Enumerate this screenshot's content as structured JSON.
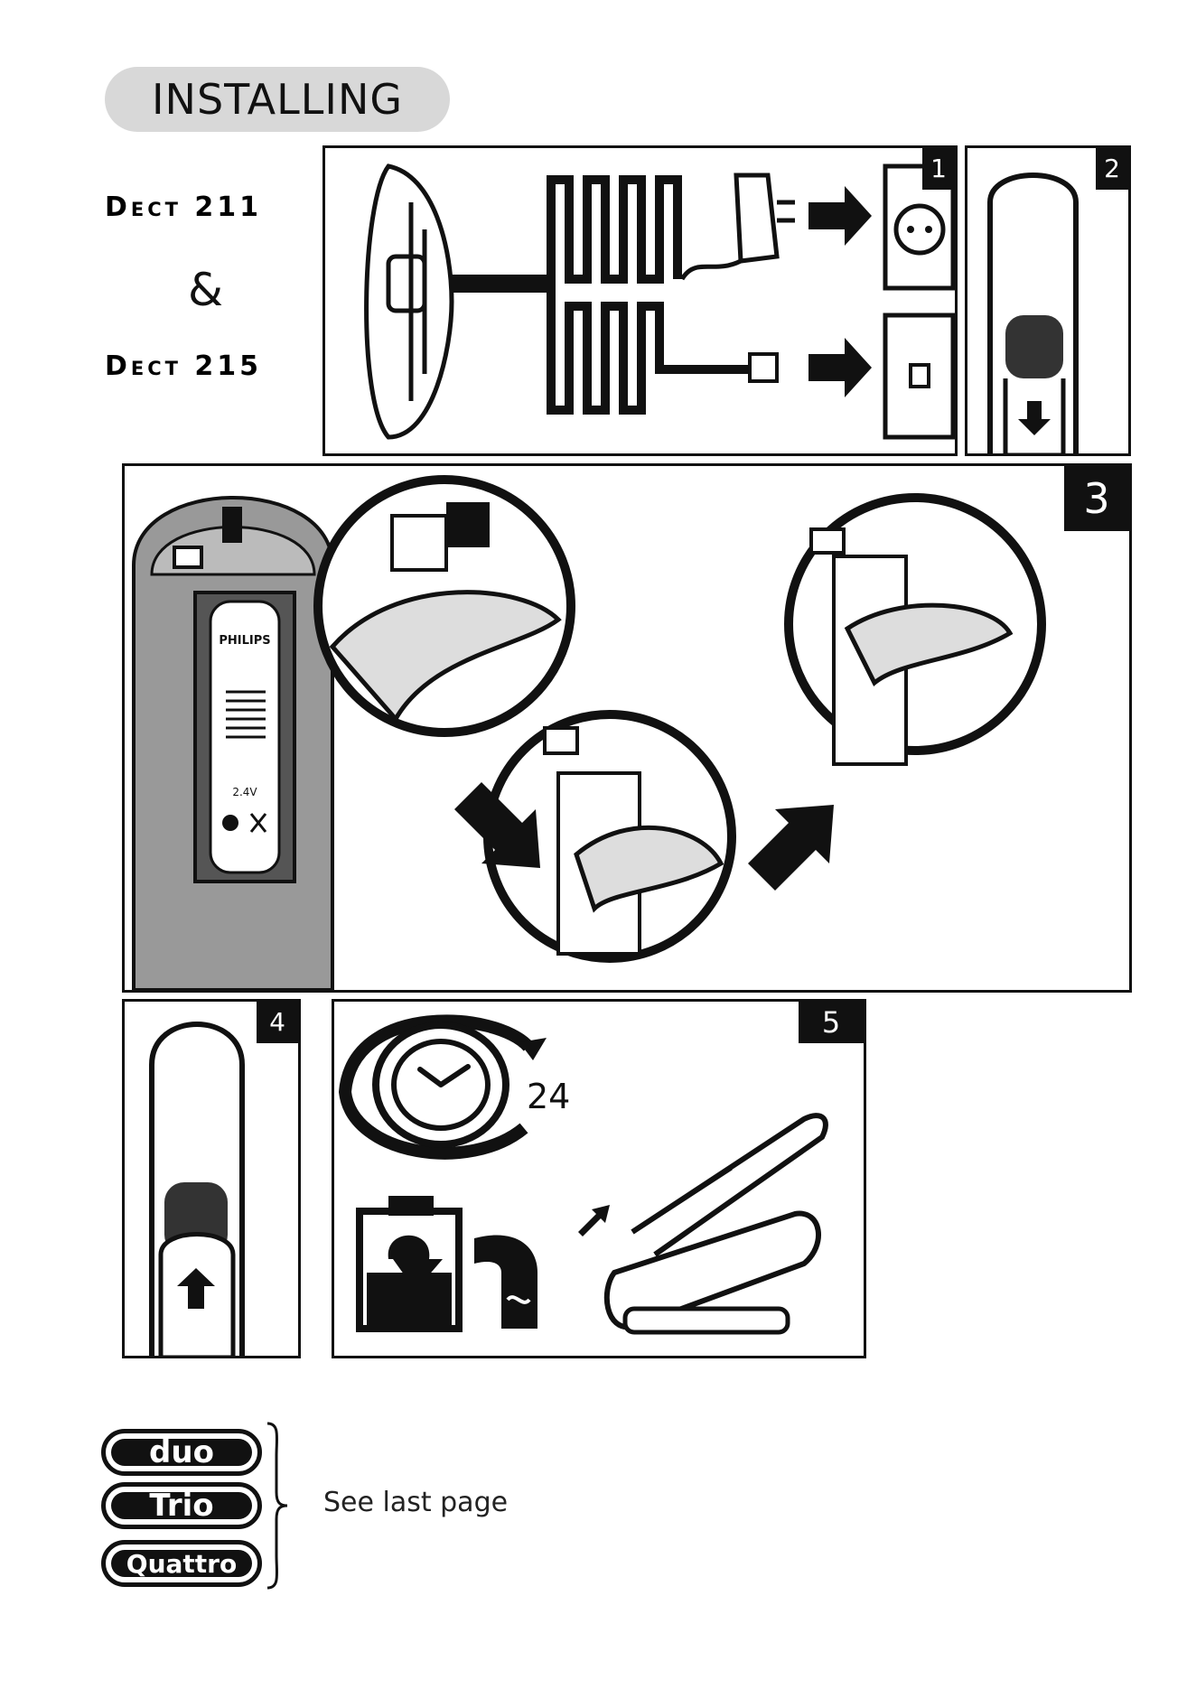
{
  "page": {
    "title": "INSTALLING",
    "models": {
      "first": "Dect 211",
      "connector": "&",
      "second": "Dect 215"
    }
  },
  "steps": {
    "s1": "1",
    "s2": "2",
    "s3": "3",
    "s4": "4",
    "s5": "5"
  },
  "step3": {
    "battery_brand": "PHILIPS",
    "battery_voltage": "2.4V"
  },
  "step5": {
    "charge_hours": "24"
  },
  "variants": {
    "badges": [
      "duo",
      "Trio",
      "Quattro"
    ],
    "note": "See last page"
  },
  "icons": [
    "base-station-icon",
    "power-adapter-icon",
    "wall-socket-icon",
    "phone-line-socket-icon",
    "handset-cover-icon",
    "battery-pack-icon",
    "finger-icon",
    "arrow-icon",
    "clock-icon",
    "charging-cradle-icon"
  ]
}
